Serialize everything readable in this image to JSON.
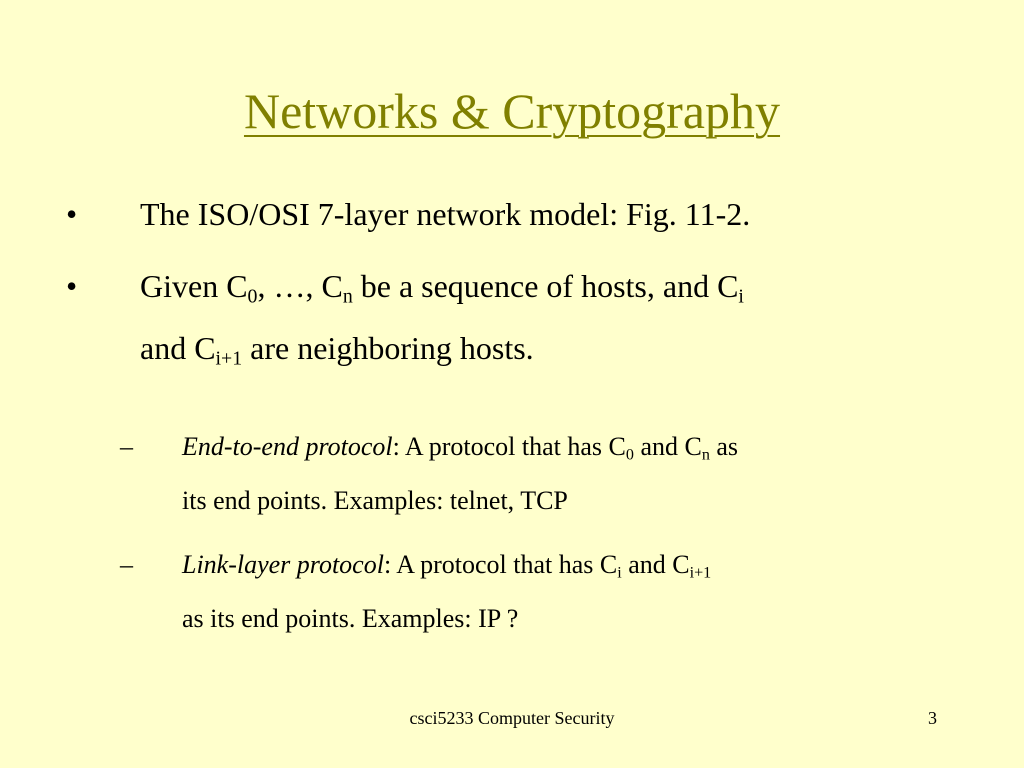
{
  "slide": {
    "title": "Networks & Cryptography",
    "bullets": [
      {
        "mark": "•",
        "lines": [
          [
            {
              "t": "The ISO/OSI 7-layer network model: Fig. 11-2."
            }
          ]
        ]
      },
      {
        "mark": "•",
        "lines": [
          [
            {
              "t": "Given C"
            },
            {
              "t": "0",
              "sub": true
            },
            {
              "t": ", …, C"
            },
            {
              "t": "n",
              "sub": true
            },
            {
              "t": " be a sequence of hosts, and C"
            },
            {
              "t": "i",
              "sub": true
            }
          ],
          [
            {
              "t": "and C"
            },
            {
              "t": "i+1",
              "sub": true
            },
            {
              "t": " are neighboring hosts."
            }
          ]
        ]
      }
    ],
    "subbullets": [
      {
        "mark": "–",
        "lines": [
          [
            {
              "t": "End-to-end protocol",
              "em": true
            },
            {
              "t": ": A protocol that has C"
            },
            {
              "t": "0",
              "sub": true
            },
            {
              "t": " and C"
            },
            {
              "t": "n",
              "sub": true
            },
            {
              "t": " as"
            }
          ],
          [
            {
              "t": "its end points.   Examples: telnet, TCP"
            }
          ]
        ]
      },
      {
        "mark": "–",
        "lines": [
          [
            {
              "t": "Link-layer protocol",
              "em": true
            },
            {
              "t": ": A protocol that has C"
            },
            {
              "t": "i",
              "sub": true
            },
            {
              "t": " and C"
            },
            {
              "t": "i+1",
              "sub": true
            }
          ],
          [
            {
              "t": "as its end points.   Examples:  IP ?"
            }
          ]
        ]
      }
    ],
    "footer": {
      "course": "csci5233 Computer Security",
      "page": "3"
    },
    "colors": {
      "background": "#ffffcc",
      "title": "#808000",
      "text": "#000000"
    }
  }
}
